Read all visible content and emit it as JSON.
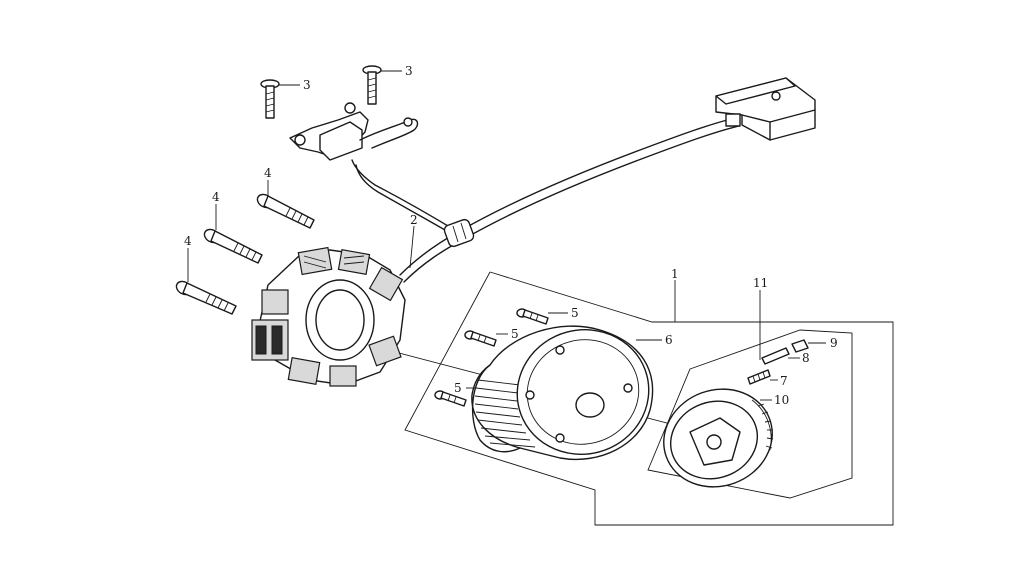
{
  "diagram": {
    "callouts": [
      {
        "id": "c1",
        "label": "1"
      },
      {
        "id": "c2",
        "label": "2"
      },
      {
        "id": "c3a",
        "label": "3"
      },
      {
        "id": "c3b",
        "label": "3"
      },
      {
        "id": "c4a",
        "label": "4"
      },
      {
        "id": "c4b",
        "label": "4"
      },
      {
        "id": "c4c",
        "label": "4"
      },
      {
        "id": "c5a",
        "label": "5"
      },
      {
        "id": "c5b",
        "label": "5"
      },
      {
        "id": "c5c",
        "label": "5"
      },
      {
        "id": "c6",
        "label": "6"
      },
      {
        "id": "c7",
        "label": "7"
      },
      {
        "id": "c8",
        "label": "8"
      },
      {
        "id": "c9",
        "label": "9"
      },
      {
        "id": "c10",
        "label": "10"
      },
      {
        "id": "c11",
        "label": "11"
      }
    ]
  }
}
